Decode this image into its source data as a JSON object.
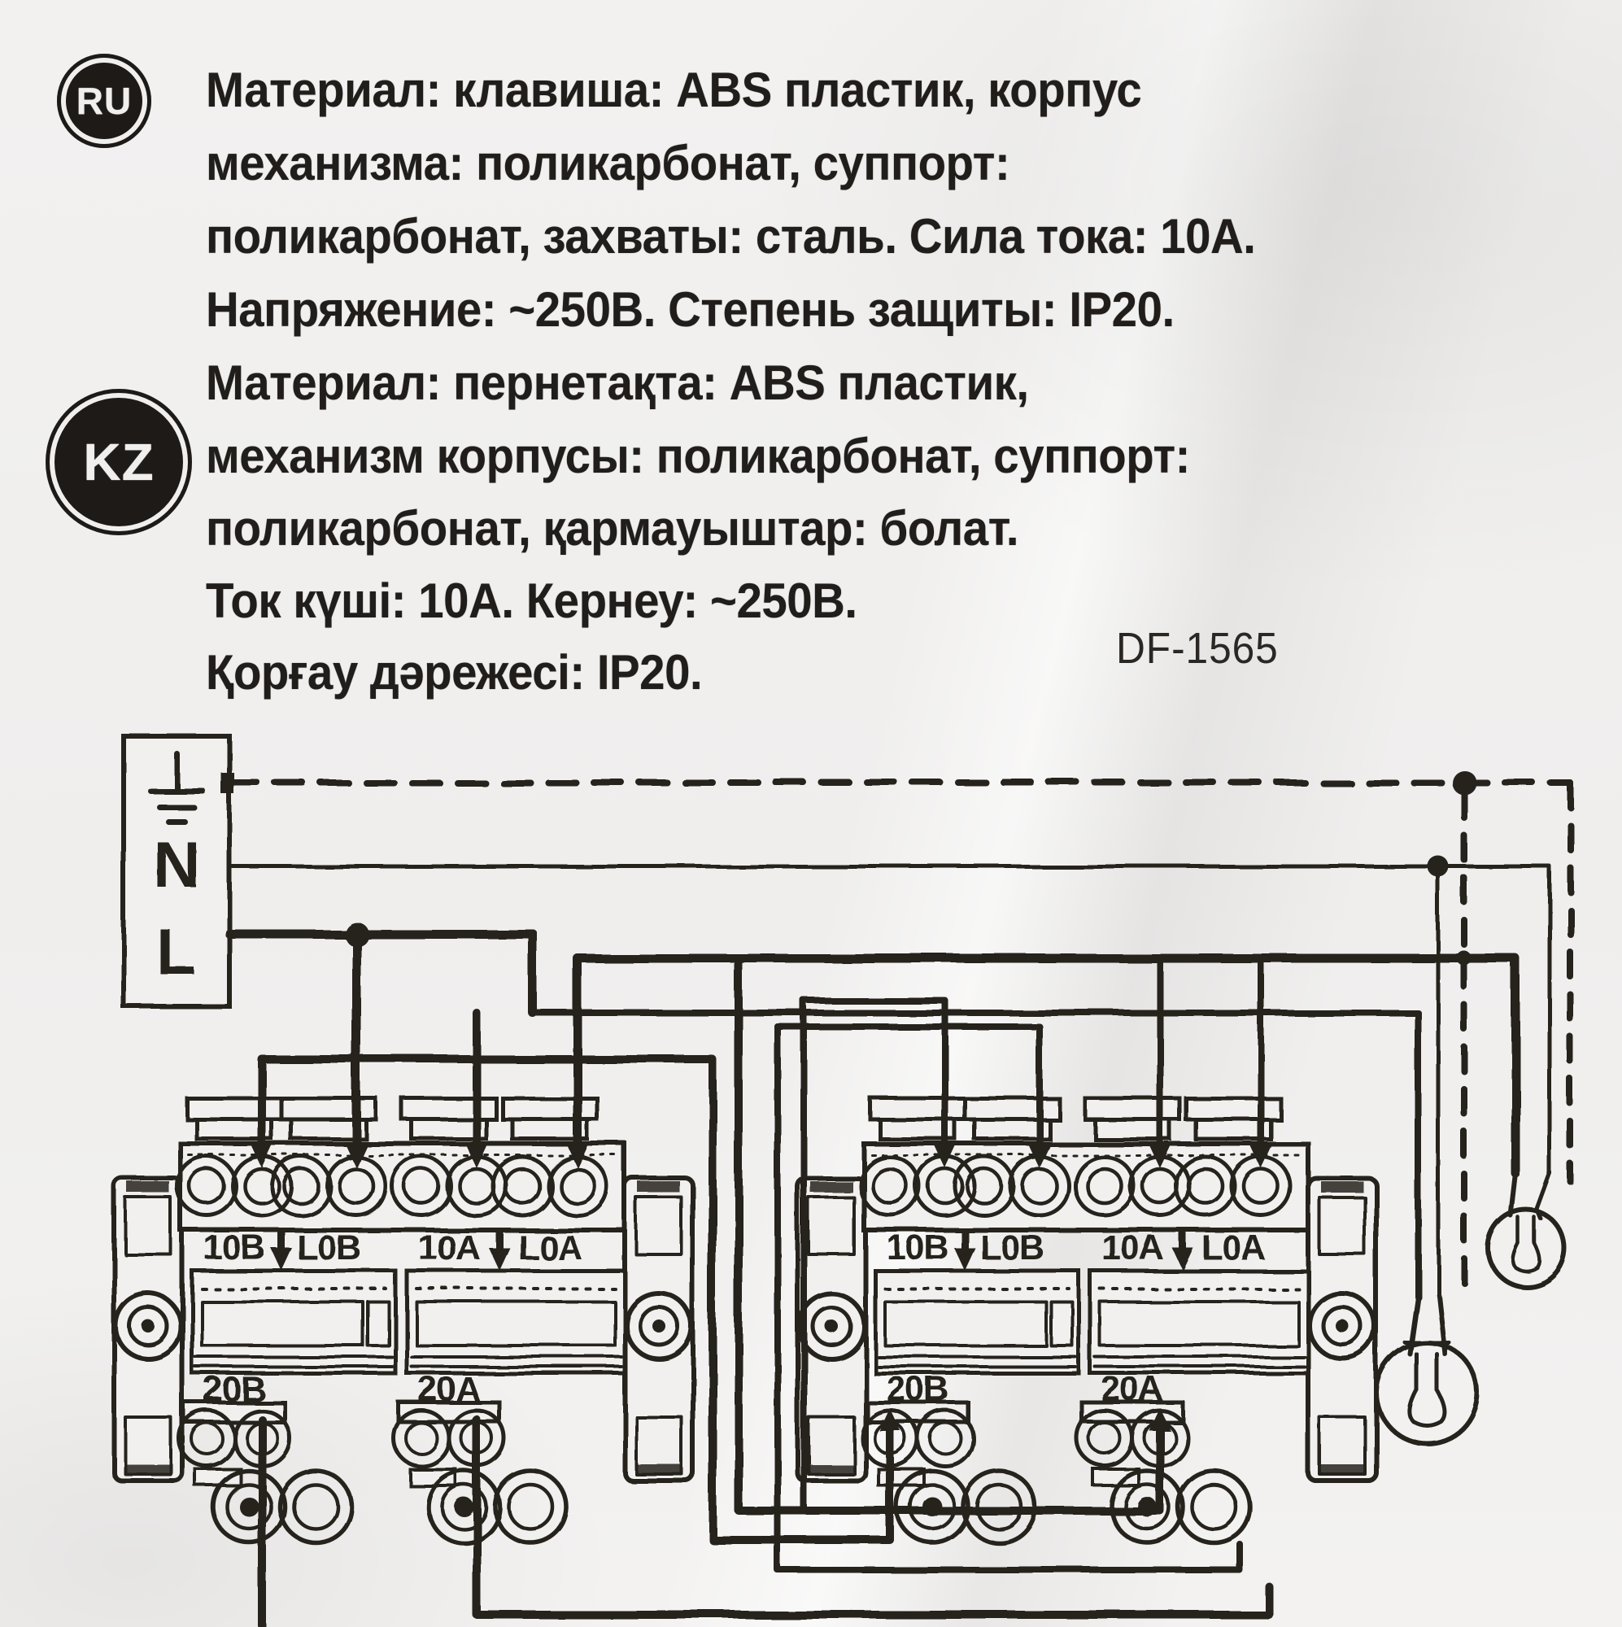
{
  "page": {
    "background": "#efeeed",
    "ink_color": "#26231f"
  },
  "header": {
    "ru_badge": "RU",
    "kz_badge": "KZ",
    "ru_lines": [
      "Материал: клавиша: ABS пластик, корпус",
      "механизма: поликарбонат, суппорт:",
      "поликарбонат, захваты: сталь. Сила тока: 10А.",
      "Напряжение: ~250В. Степень защиты: IP20."
    ],
    "kz_lines": [
      "Материал: пернетақта: ABS пластик,",
      "механизм корпусы: поликарбонат, суппорт:",
      "поликарбонат, қармауыштар: болат.",
      "Ток күші: 10А. Кернеу: ~250В.",
      "Қорғау дәрежесі: IP20."
    ],
    "model": "DF-1565"
  },
  "diagram": {
    "supply": {
      "neutral": "N",
      "line": "L"
    },
    "mechanisms": [
      {
        "id": "left-switch",
        "top_terminals": [
          "10B",
          "L0B",
          "10A",
          "L0A"
        ],
        "bottom_terminals": [
          "20B",
          "20A"
        ]
      },
      {
        "id": "right-switch",
        "top_terminals": [
          "10B",
          "L0B",
          "10A",
          "L0A"
        ],
        "bottom_terminals": [
          "20B",
          "20A"
        ]
      }
    ],
    "lamps": [
      {
        "name": "lamp-1"
      },
      {
        "name": "lamp-2"
      }
    ]
  }
}
